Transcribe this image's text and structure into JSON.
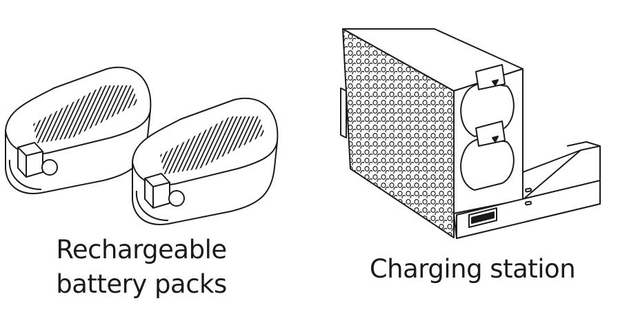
{
  "figure": {
    "left_caption": {
      "line1": "Rechargeable",
      "line2": "battery packs"
    },
    "right_caption": "Charging station",
    "left_icon": "battery-pack-icon",
    "right_icon": "charging-station-icon",
    "stroke_color": "#1a1a1a",
    "background_color": "#ffffff"
  }
}
